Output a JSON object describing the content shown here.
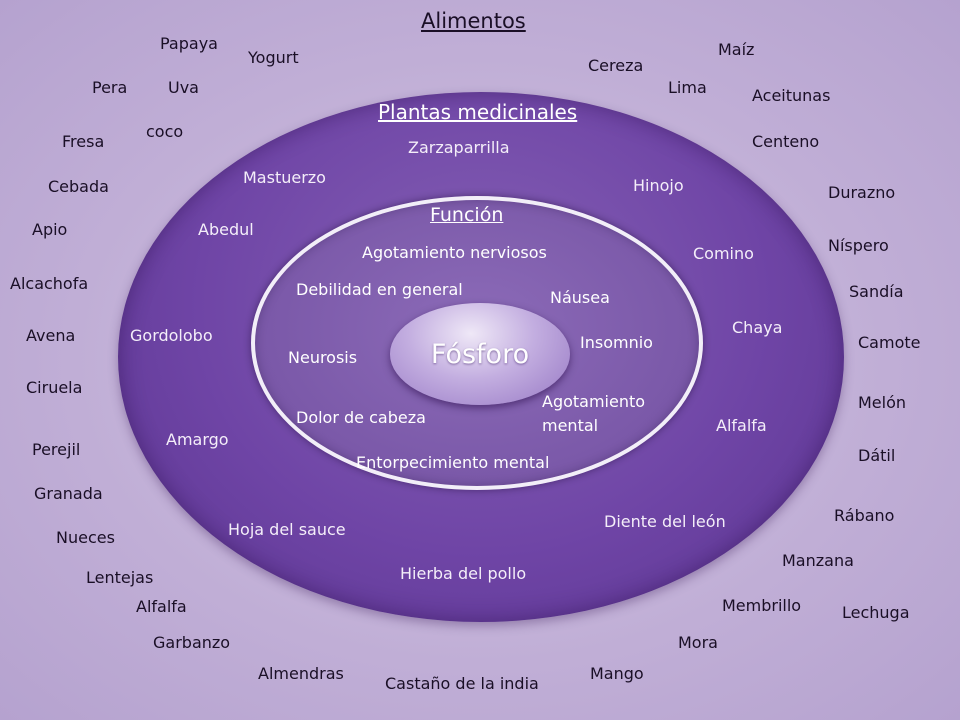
{
  "diagram": {
    "center": "Fósforo",
    "headers": {
      "foods": "Alimentos",
      "plants": "Plantas medicinales",
      "functions": "Función"
    },
    "foods": {
      "papaya": "Papaya",
      "yogurt": "Yogurt",
      "pera": "Pera",
      "uva": "Uva",
      "coco": "coco",
      "fresa": "Fresa",
      "cebada": "Cebada",
      "apio": "Apio",
      "alcachofa": "Alcachofa",
      "avena": "Avena",
      "ciruela": "Ciruela",
      "perejil": "Perejil",
      "granada": "Granada",
      "nueces": "Nueces",
      "lentejas": "Lentejas",
      "alfalfa": "Alfalfa",
      "garbanzo": "Garbanzo",
      "almendras": "Almendras",
      "castano": "Castaño de la india",
      "mango": "Mango",
      "mora": "Mora",
      "membrillo": "Membrillo",
      "lechuga": "Lechuga",
      "manzana": "Manzana",
      "rabano": "Rábano",
      "datil": "Dátil",
      "melon": "Melón",
      "camote": "Camote",
      "sandia": "Sandía",
      "nispero": "Níspero",
      "durazno": "Durazno",
      "centeno": "Centeno",
      "aceitunas": "Aceitunas",
      "maiz": "Maíz",
      "lima": "Lima",
      "cereza": "Cereza"
    },
    "plants": {
      "zarzaparrilla": "Zarzaparrilla",
      "mastuerzo": "Mastuerzo",
      "hinojo": "Hinojo",
      "abedul": "Abedul",
      "comino": "Comino",
      "chaya": "Chaya",
      "gordolobo": "Gordolobo",
      "amargo": "Amargo",
      "alfalfa": "Alfalfa",
      "hoja_sauce": "Hoja del sauce",
      "diente_leon": "Diente del león",
      "hierba_pollo": "Hierba del pollo"
    },
    "functions": {
      "agotamiento_nerviosos": "Agotamiento nerviosos",
      "debilidad": "Debilidad en general",
      "nausea": "Náusea",
      "insomnio": "Insomnio",
      "neurosis": "Neurosis",
      "agotamiento_mental": "Agotamiento\nmental",
      "dolor_cabeza": "Dolor  de cabeza",
      "entorpecimiento": "Entorpecimiento mental"
    }
  }
}
